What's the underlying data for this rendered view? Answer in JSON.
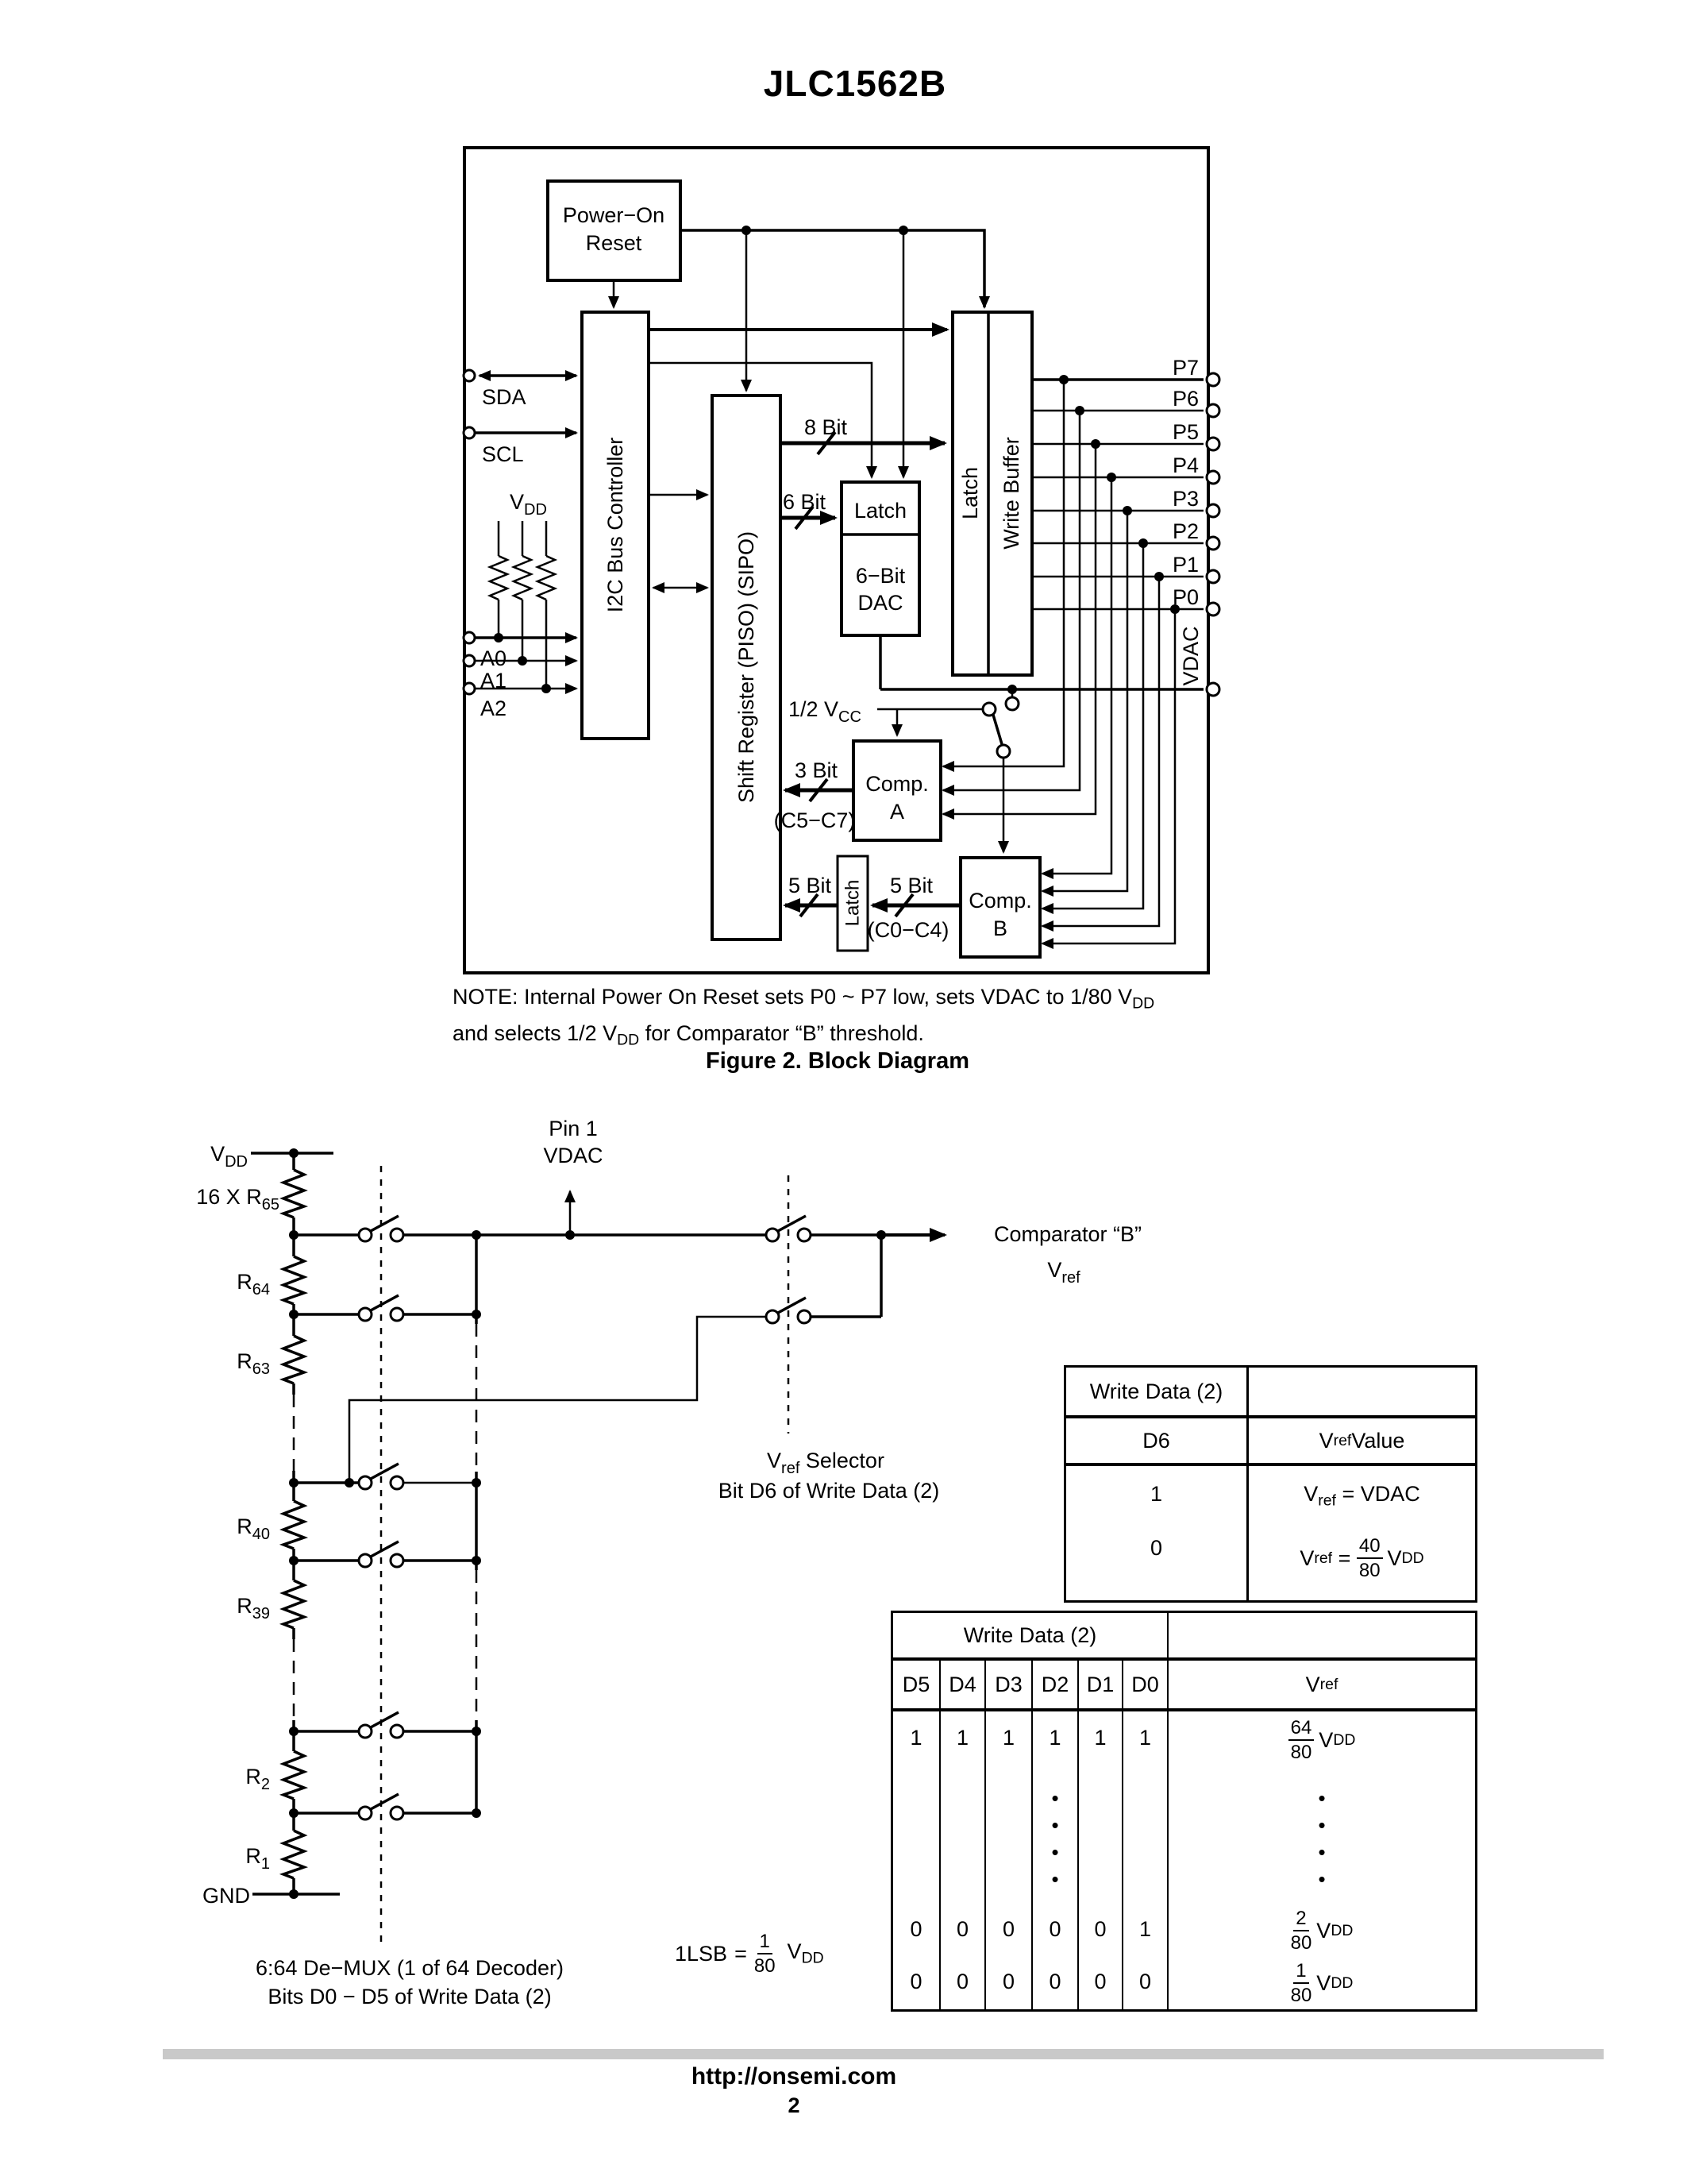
{
  "page": {
    "title": "JLC1562B"
  },
  "fig2": {
    "caption": "Figure 2. Block Diagram",
    "note1a": "NOTE: Internal Power On Reset sets P0 ~ P7 low, sets VDAC to 1/80 V",
    "note1sub": "DD",
    "note2a": "and selects 1/2 V",
    "note2sub": "DD",
    "note2b": " for Comparator “B” threshold.",
    "blocks": {
      "por1": "Power−On",
      "por2": "Reset",
      "i2c": "I2C Bus Controller",
      "shift": "Shift Register (PISO) (SIPO)",
      "latch_small": "Latch",
      "dac1": "6−Bit",
      "dac2": "DAC",
      "latch_wb": "Latch",
      "write_buffer": "Write Buffer",
      "latch5": "Latch",
      "compa1": "Comp.",
      "compa2": "A",
      "compb1": "Comp.",
      "compb2": "B"
    },
    "pins": {
      "sda": "SDA",
      "scl": "SCL",
      "a0": "A0",
      "a1": "A1",
      "a2": "A2",
      "vddMain": "V",
      "vddSub": "DD",
      "p": [
        "P7",
        "P6",
        "P5",
        "P4",
        "P3",
        "P2",
        "P1",
        "P0"
      ],
      "vdac": "VDAC"
    },
    "buses": {
      "b8": "8 Bit",
      "b6": "6 Bit",
      "b3": "3 Bit",
      "c57": "(C5−C7)",
      "b5l": "5 Bit",
      "b5r": "5 Bit",
      "c04": "(C0−C4)",
      "halfVccMain": "1/2 V",
      "halfVccSub": "CC"
    }
  },
  "fig3": {
    "vddMain": "V",
    "vddSub": "DD",
    "gnd": "GND",
    "r65main": "16 X R",
    "r65sub": "65",
    "r64main": "R",
    "r64sub": "64",
    "r63main": "R",
    "r63sub": "63",
    "r40main": "R",
    "r40sub": "40",
    "r39main": "R",
    "r39sub": "39",
    "r2main": "R",
    "r2sub": "2",
    "r1main": "R",
    "r1sub": "1",
    "pin1a": "Pin 1",
    "pin1b": "VDAC",
    "compb_line1": "Comparator “B”",
    "compb_vMain": "V",
    "compb_vSub": "ref",
    "sel1a": "V",
    "sel1sub": "ref",
    "sel1b": " Selector",
    "sel2": "Bit D6 of Write Data (2)",
    "demux1": "6:64 De−MUX (1 of 64 Decoder)",
    "demux2": "Bits D0 − D5 of Write Data (2)",
    "lsb": {
      "pre": "1LSB",
      "eq": "=",
      "num": "1",
      "den": "80",
      "v": "V",
      "vsub": "DD"
    }
  },
  "table1": {
    "header": "Write Data (2)",
    "col1": "D6",
    "col2a": "V",
    "col2sub": "ref",
    "col2b": " Value",
    "r1c1": "1",
    "r1c2a": "V",
    "r1c2sub": "ref",
    "r1c2b": " = VDAC",
    "r2c1": "0",
    "r2c2a": "V",
    "r2c2sub": "ref",
    "r2c2eq": " = ",
    "r2num": "40",
    "r2den": "80",
    "r2v": "V",
    "r2vsub": "DD"
  },
  "table2": {
    "header": "Write Data (2)",
    "cols": [
      "D5",
      "D4",
      "D3",
      "D2",
      "D1",
      "D0"
    ],
    "vrefA": "V",
    "vrefSub": "ref",
    "row1": [
      "1",
      "1",
      "1",
      "1",
      "1",
      "1"
    ],
    "row1v": {
      "num": "64",
      "den": "80",
      "v": "V",
      "vsub": "DD"
    },
    "dots": "•\n•\n•\n•",
    "row2": [
      "0",
      "0",
      "0",
      "0",
      "0",
      "1"
    ],
    "row2v": {
      "num": "2",
      "den": "80",
      "v": "V",
      "vsub": "DD"
    },
    "row3": [
      "0",
      "0",
      "0",
      "0",
      "0",
      "0"
    ],
    "row3v": {
      "num": "1",
      "den": "80",
      "v": "V",
      "vsub": "DD"
    }
  },
  "footer": {
    "url": "http://onsemi.com",
    "page": "2",
    "rule_color": "#c9c9c9"
  }
}
